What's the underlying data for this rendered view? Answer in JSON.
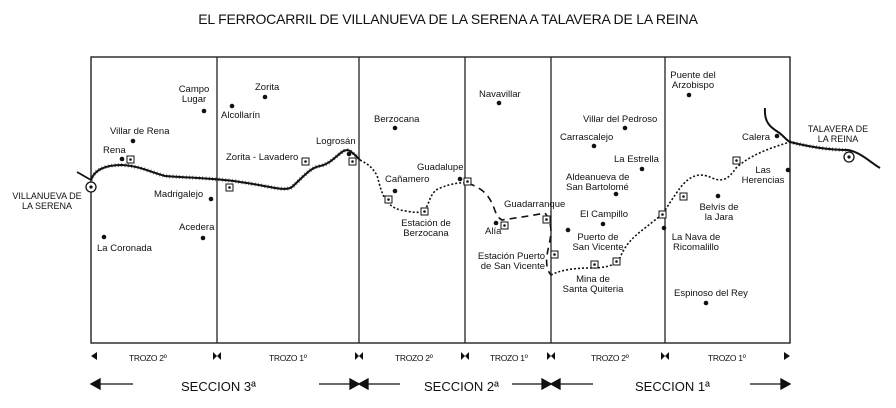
{
  "title": "EL FERROCARRIL DE VILLANUEVA DE LA SERENA A TALAVERA DE LA REINA",
  "endpoints": {
    "start": {
      "line1": "VILLANUEVA DE",
      "line2": "LA SERENA"
    },
    "end": {
      "line1": "TALAVERA DE",
      "line2": "LA REINA"
    }
  },
  "towns": {
    "campo_lugar": {
      "line1": "Campo",
      "line2": "Lugar"
    },
    "zorita": "Zorita",
    "alcollarin": "Alcollarín",
    "villar_de_rena": "Villar de Rena",
    "rena": "Rena",
    "logrosan": "Logrosán",
    "zorita_lavadero": "Zorita - Lavadero",
    "madrigalejo": "Madrigalejo",
    "acedera": "Acedera",
    "la_coronada": "La  Coronada",
    "berzocana": "Berzocana",
    "guadalupe": "Guadalupe",
    "canamero": "Cañamero",
    "estacion_berzocana": {
      "line1": "Estación de",
      "line2": "Berzocana"
    },
    "navavillar": "Navavillar",
    "guadarranque": "Guadarranque",
    "alia": "Alía",
    "estacion_puerto": {
      "line1": "Estación Puerto",
      "line2": "de San Vicente"
    },
    "villar_del_pedroso": "Villar del Pedroso",
    "carrascalejo": "Carrascalejo",
    "la_estrella": "La Estrella",
    "aldeanueva": {
      "line1": "Aldeanueva de",
      "line2": "San Bartolomé"
    },
    "el_campillo": "El Campillo",
    "puerto_san_vicente": {
      "line1": "Puerto de",
      "line2": "San Vicente"
    },
    "mina_santa_quiteria": {
      "line1": "Mina de",
      "line2": "Santa Quiteria"
    },
    "puente_arzobispo": {
      "line1": "Puente del",
      "line2": "Arzobispo"
    },
    "calera": "Calera",
    "las_herencias": {
      "line1": "Las",
      "line2": "Herencias"
    },
    "belvis_de_la_jara": {
      "line1": "Belvís de",
      "line2": "la Jara"
    },
    "la_nava_ricomalillo": {
      "line1": "La Nava de",
      "line2": "Ricomalillo"
    },
    "espinoso_del_rey": "Espinoso del Rey"
  },
  "trozos": [
    "TROZO 2º",
    "TROZO 1º",
    "TROZO 2º",
    "TROZO 1º",
    "TROZO 2º",
    "TROZO 1º"
  ],
  "secciones": [
    "SECCION 3ª",
    "SECCION 2ª",
    "SECCION 1ª"
  ],
  "legend_symbols": {
    "town": "filled-dot",
    "station": "boxed-dot",
    "terminus": "circled-dot",
    "built_line": "solid-track",
    "planned_line": "dotted-line",
    "alternative_line": "dashed-line"
  },
  "colors": {
    "ink": "#111111",
    "background": "#ffffff"
  }
}
